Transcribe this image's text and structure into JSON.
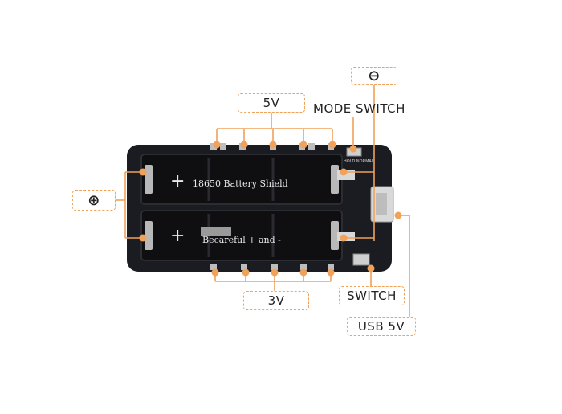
{
  "labels": {
    "five_volt": "5V",
    "three_volt": "3V",
    "mode_switch": "MODE SWITCH",
    "switch": "SWITCH",
    "usb_5v": "USB 5V",
    "plus_symbol": "⊕",
    "minus_symbol": "⊖"
  },
  "board": {
    "silkscreen_top": "18650 Battery Shield",
    "silkscreen_bottom": "Becareful + and -",
    "mode_text": "HOLD NORMAL",
    "cell_plus_top": "+",
    "cell_plus_bottom": "+"
  },
  "colors": {
    "accent": "#f0a25a",
    "pcb": "#1b1c22",
    "holder": "#121214",
    "pad": "#c9c9c9"
  }
}
